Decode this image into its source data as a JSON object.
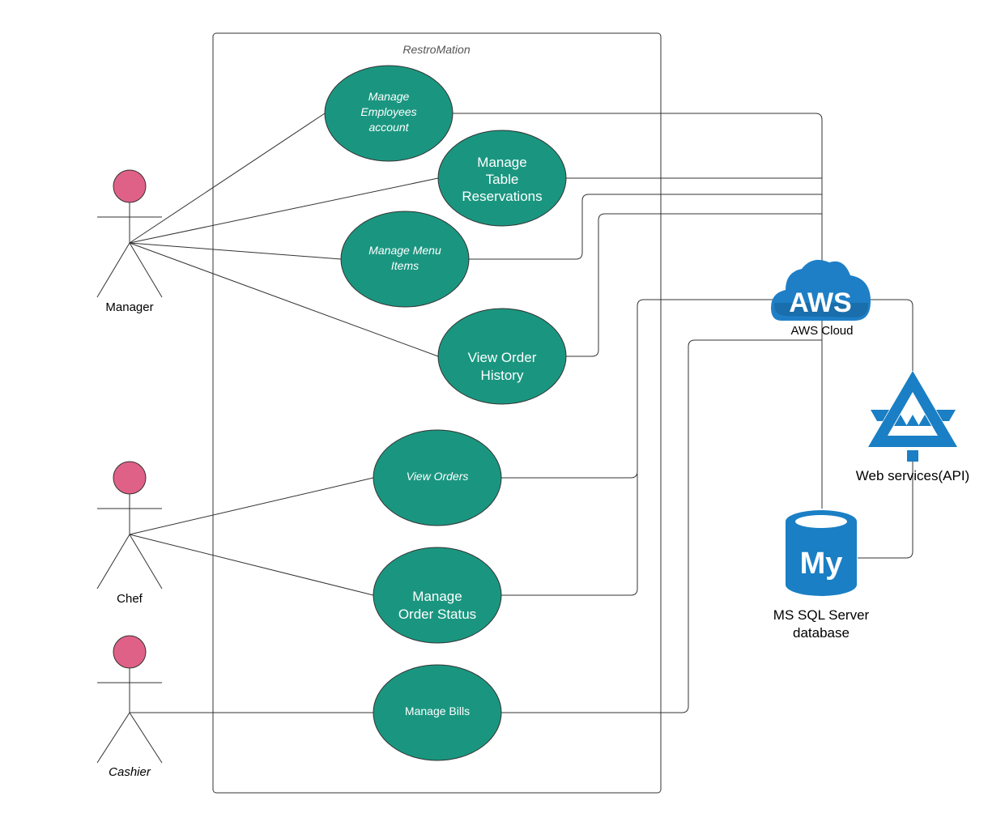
{
  "system": {
    "title": "RestroMation"
  },
  "actors": [
    {
      "id": "manager",
      "label": "Manager"
    },
    {
      "id": "chef",
      "label": "Chef"
    },
    {
      "id": "cashier",
      "label": "Cashier"
    }
  ],
  "use_cases": [
    {
      "id": "manage-employees",
      "lines": [
        "Manage",
        "Employees",
        "account"
      ]
    },
    {
      "id": "manage-table-reservations",
      "lines": [
        "Manage",
        "Table",
        "Reservations"
      ]
    },
    {
      "id": "manage-menu-items",
      "lines": [
        "Manage Menu",
        "Items"
      ]
    },
    {
      "id": "view-order-history",
      "lines": [
        "View Order",
        "History"
      ]
    },
    {
      "id": "view-orders",
      "lines": [
        "View Orders"
      ]
    },
    {
      "id": "manage-order-status",
      "lines": [
        "Manage",
        "Order Status"
      ]
    },
    {
      "id": "manage-bills",
      "lines": [
        "Manage Bills"
      ]
    }
  ],
  "services": {
    "aws": {
      "logo_text": "AWS",
      "label": "AWS Cloud"
    },
    "api": {
      "label": "Web services(API)"
    },
    "database": {
      "logo_text": "My",
      "label_lines": [
        "MS SQL Server",
        "database"
      ]
    }
  },
  "colors": {
    "use_case_fill": "#1a9680",
    "actor_head": "#e06187",
    "aws_blue": "#1f7fc6",
    "api_blue": "#1a7fc4",
    "db_blue": "#1a7fc4",
    "line": "#333333"
  }
}
